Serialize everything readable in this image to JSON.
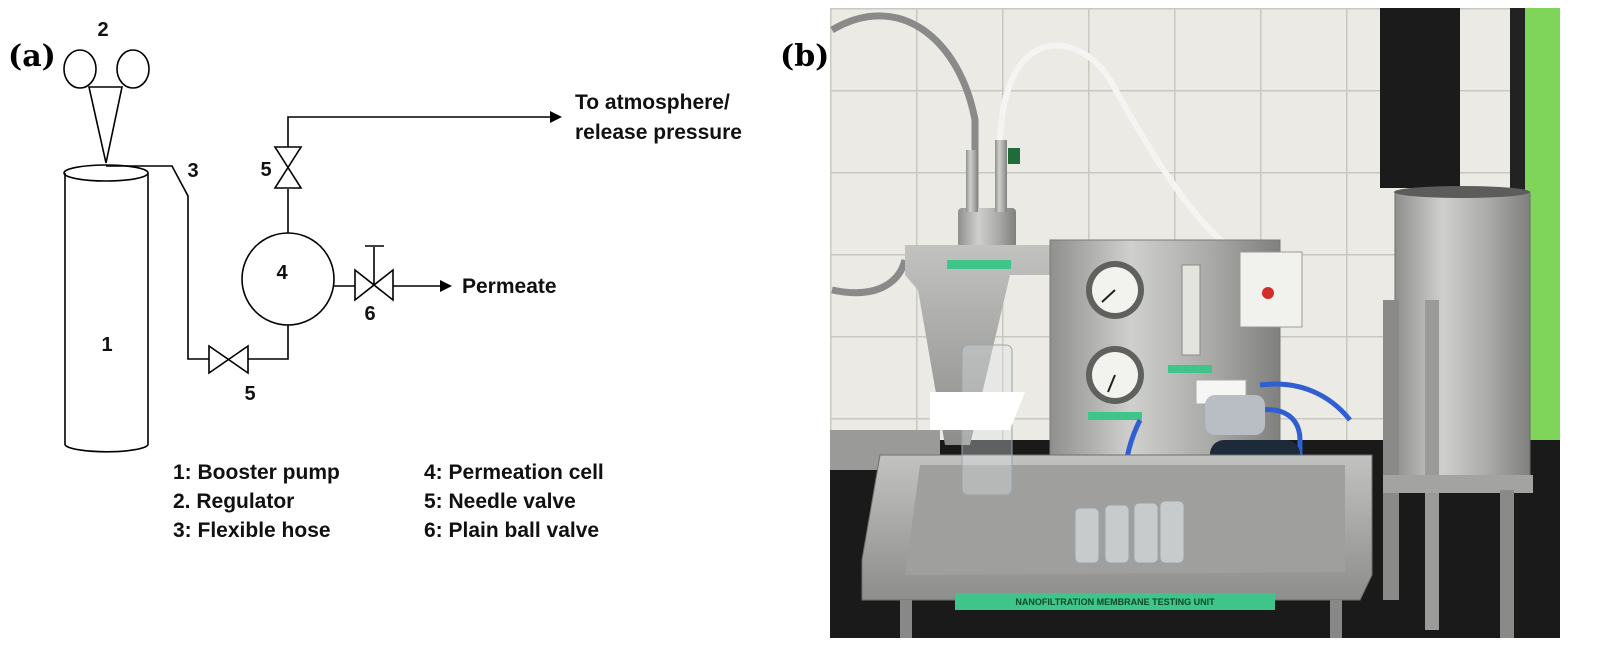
{
  "panel_a": {
    "label": "(a)",
    "numbers": {
      "n1": "1",
      "n2": "2",
      "n3": "3",
      "n4": "4",
      "n5_top": "5",
      "n5_bottom": "5",
      "n6": "6"
    },
    "outlets": {
      "atmosphere_line1": "To atmosphere/",
      "atmosphere_line2": "release pressure",
      "permeate": "Permeate"
    },
    "legend": {
      "col1": [
        "1: Booster pump",
        "2. Regulator",
        "3: Flexible hose"
      ],
      "col2": [
        "4: Permeation cell",
        "5: Needle valve",
        "6: Plain ball valve"
      ]
    }
  },
  "panel_b": {
    "label": "(b)",
    "unit_sticker": "NANOFILTRATION MEMBRANE TESTING UNIT",
    "colors": {
      "tile_wall": "#e9e8e2",
      "stainless": "#b8b8b6",
      "sticker": "#3fc48a",
      "hose_blue": "#2f5fd0",
      "pump_body": "#1c2a3a",
      "green_wall": "#7fd45a",
      "bench": "#1a1a1a"
    },
    "icons": [
      "pressure-gauge-icon",
      "flowmeter-icon",
      "switch-box-icon",
      "pump-icon",
      "glass-vial-icon"
    ]
  }
}
